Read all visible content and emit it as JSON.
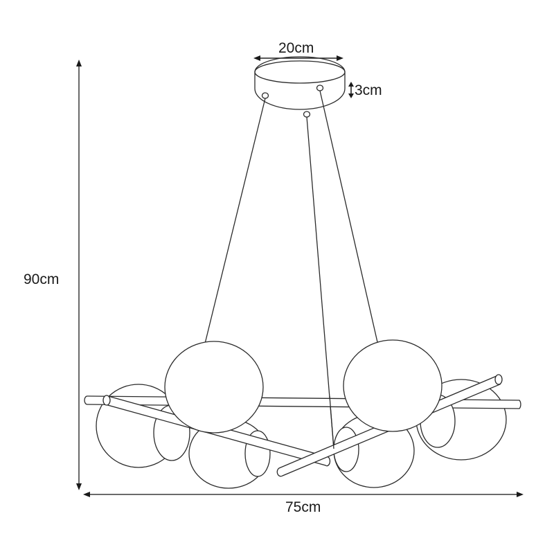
{
  "diagram": {
    "subject": "Pendant lamp with 6 glass globes on crossed rods",
    "dimensions": {
      "canopy_diameter": "20cm",
      "canopy_height": "3cm",
      "total_height": "90cm",
      "total_width": "75cm"
    },
    "components": {
      "canopy": "round ceiling canopy",
      "suspension_cables": 3,
      "rods": 3,
      "globes": 6
    },
    "colors": {
      "line": "#2a2a2a",
      "dimension_line": "#6a6a6a",
      "background": "#ffffff"
    }
  }
}
